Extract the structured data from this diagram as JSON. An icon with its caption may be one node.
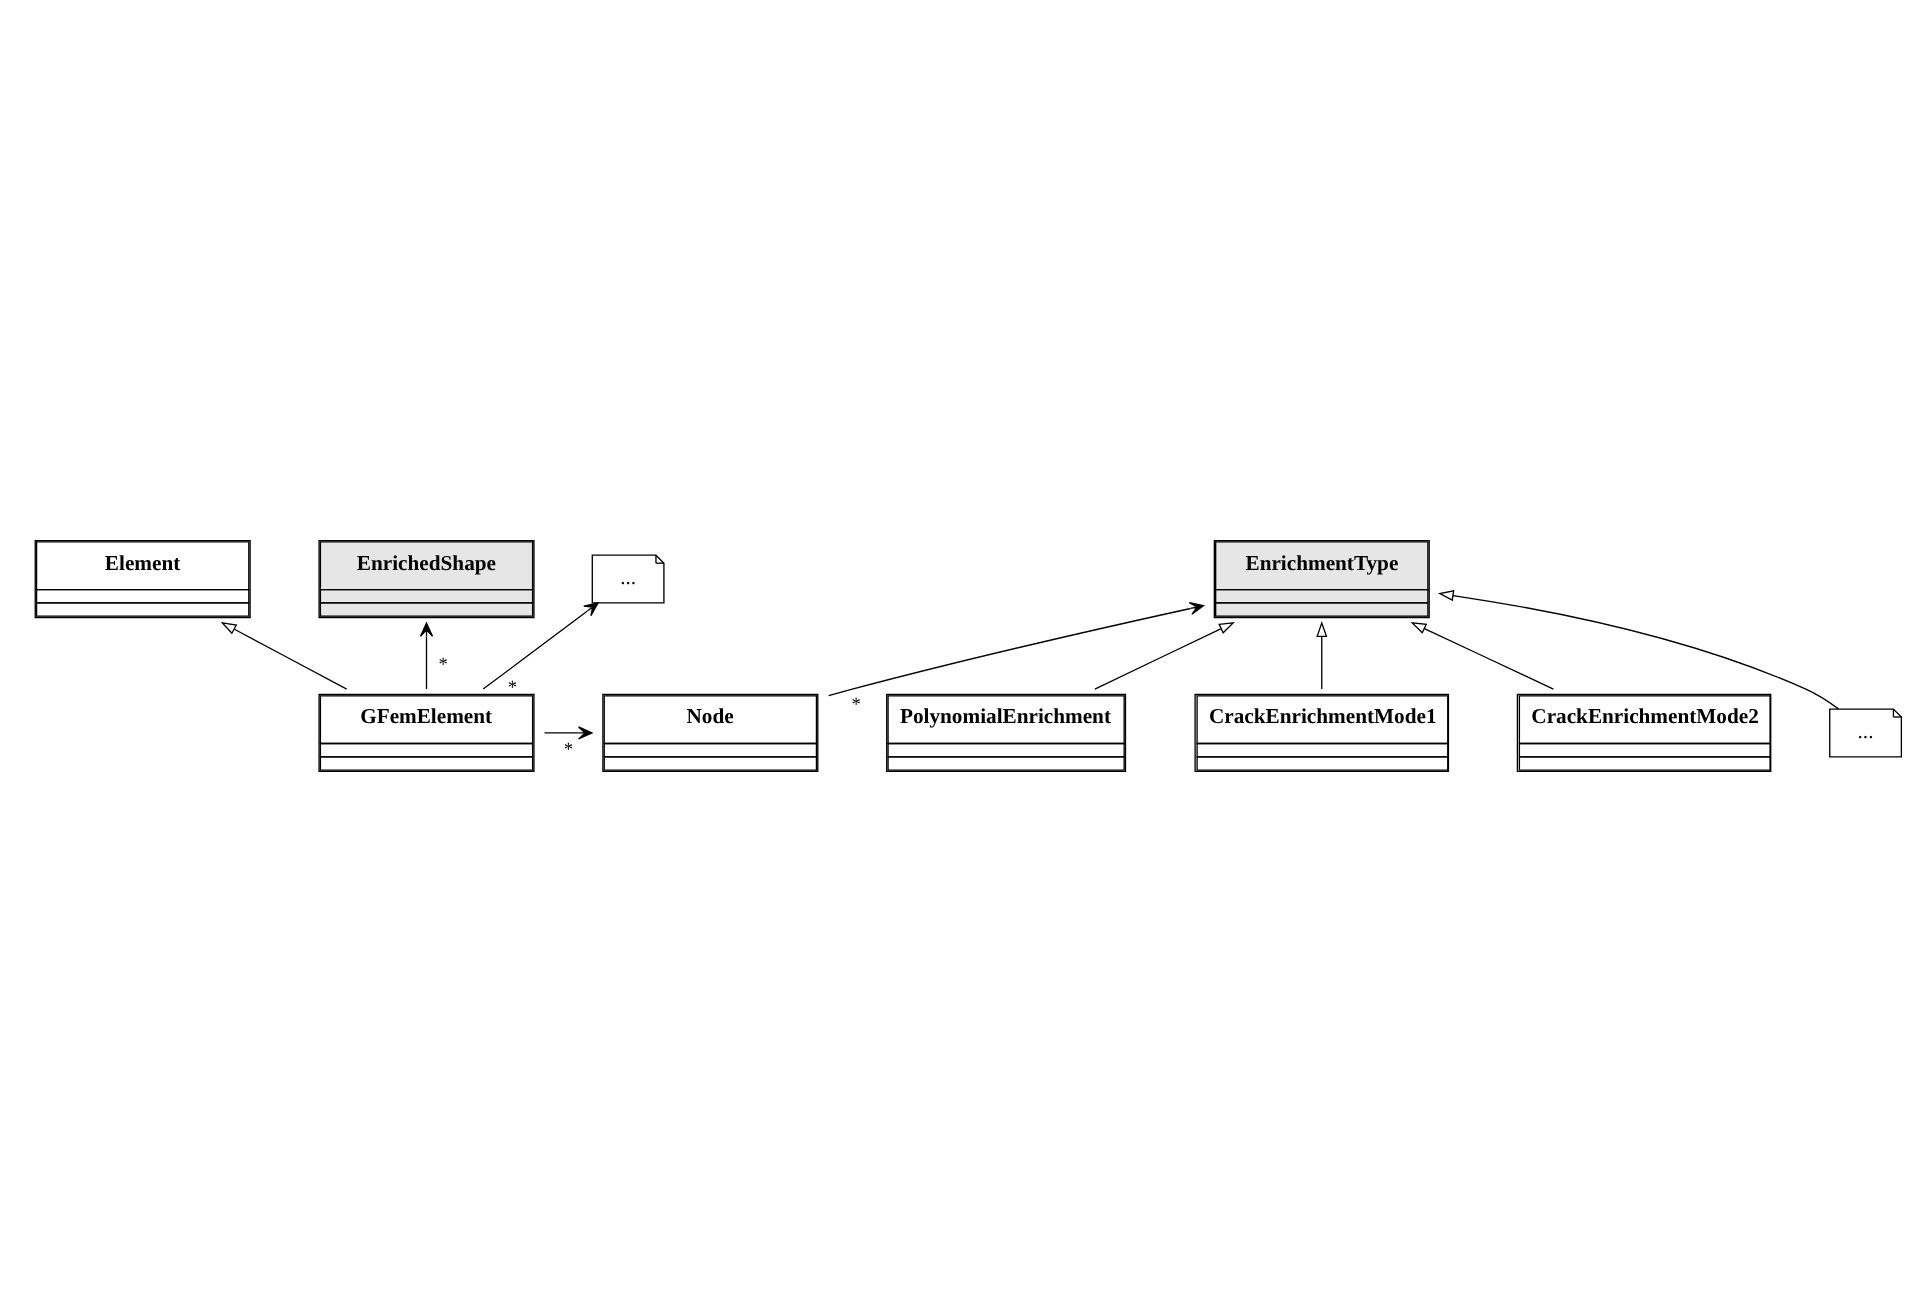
{
  "diagram": {
    "nodes": [
      {
        "text": [
          "Element"
        ]
      },
      {
        "text": [
          "EnrichmentType"
        ]
      },
      {
        "text": [
          "GFemElement"
        ]
      },
      {
        "text": [
          "Node"
        ]
      },
      {
        "text": [
          "PolynomialEnrichment"
        ]
      },
      {
        "text": [
          "EnrichedShape"
        ]
      },
      {
        "text": [
          "CrackEnrichmentMode1"
        ]
      },
      {
        "text": [
          "..."
        ]
      },
      {
        "text": [
          "CrackEnrichmentMode2"
        ]
      },
      {
        "text": [
          "..."
        ]
      }
    ],
    "edges": [
      {
        "from": 2,
        "to": 0,
        "arrow": "to"
      },
      {
        "from": 2,
        "to": 3,
        "arrow": "to",
        "label": "*"
      },
      {
        "from": 3,
        "to": 1,
        "arrow": "to",
        "label": "*"
      },
      {
        "from": 2,
        "to": 5,
        "arrow": "to",
        "label": "*"
      },
      {
        "from": 2,
        "to": 7,
        "arrow": "to",
        "label": "*"
      },
      {
        "from": 4,
        "to": 1,
        "arrow": "to"
      },
      {
        "from": 6,
        "to": 1,
        "arrow": "to"
      },
      {
        "from": 8,
        "to": 1,
        "arrow": "to"
      },
      {
        "from": 9,
        "to": 1,
        "arrow": "to"
      }
    ]
  }
}
